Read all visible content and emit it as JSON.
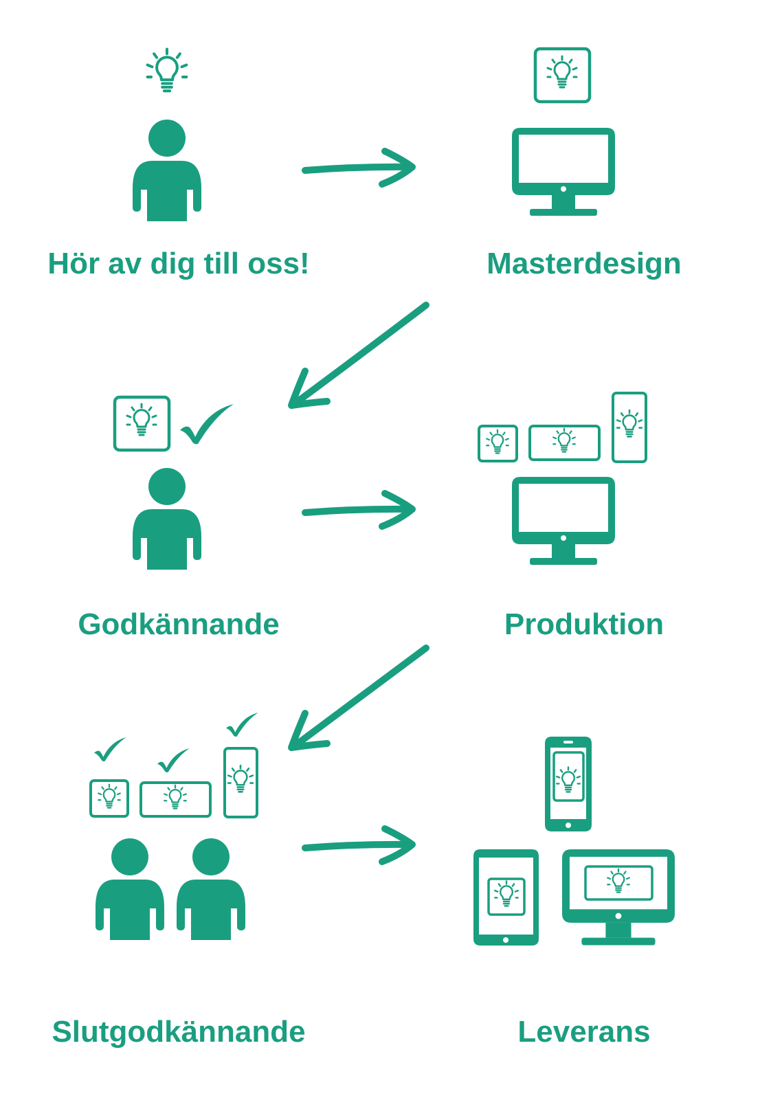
{
  "theme": {
    "accent": "#1a9e80",
    "background": "#ffffff"
  },
  "steps": [
    {
      "label": "Hör av dig till oss!",
      "icon": "person-lightbulb-icon"
    },
    {
      "label": "Masterdesign",
      "icon": "monitor-design-icon"
    },
    {
      "label": "Godkännande",
      "icon": "person-approval-icon"
    },
    {
      "label": "Produktion",
      "icon": "monitor-production-icon"
    },
    {
      "label": "Slutgodkännande",
      "icon": "two-persons-final-approval-icon"
    },
    {
      "label": "Leverans",
      "icon": "devices-delivery-icon"
    }
  ],
  "arrows": [
    {
      "from": 1,
      "to": 2,
      "icon": "arrow-right-icon"
    },
    {
      "from": 2,
      "to": 3,
      "icon": "arrow-down-left-icon"
    },
    {
      "from": 3,
      "to": 4,
      "icon": "arrow-right-icon"
    },
    {
      "from": 4,
      "to": 5,
      "icon": "arrow-down-left-icon"
    },
    {
      "from": 5,
      "to": 6,
      "icon": "arrow-right-icon"
    }
  ]
}
